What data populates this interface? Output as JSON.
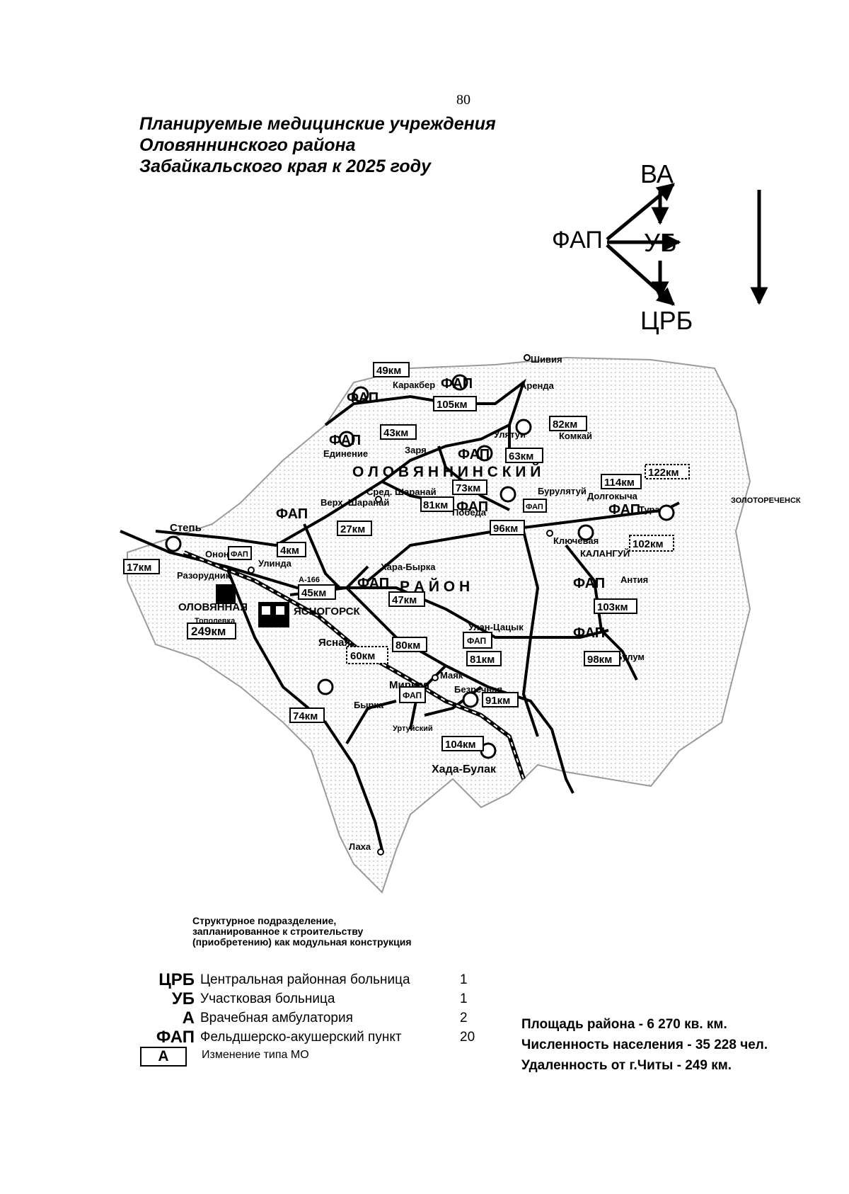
{
  "page_number": "80",
  "title": {
    "line1": "Планируемые медицинские учреждения",
    "line2": "Оловяннинского района",
    "line3": "Забайкальского края к 2025 году"
  },
  "scheme": {
    "fap": "ФАП",
    "va": "ВА",
    "ub": "УБ",
    "crb": "ЦРБ"
  },
  "map": {
    "district_name_1": "О Л О В Я Н Н И Н С К И Й",
    "district_name_2": "Р А Й О Н",
    "settlements": [
      {
        "id": "shivia",
        "name": "Шивия"
      },
      {
        "id": "arenda",
        "name": "Аренда"
      },
      {
        "id": "karakser",
        "name": "Каракбер"
      },
      {
        "id": "ulyatuy",
        "name": "Улятуй"
      },
      {
        "id": "komkay",
        "name": "Комкай"
      },
      {
        "id": "edinenie",
        "name": "Единение"
      },
      {
        "id": "zarya",
        "name": "Заря"
      },
      {
        "id": "burulyatuy",
        "name": "Бурулятуй"
      },
      {
        "id": "dolgokycha",
        "name": "Долгокыча"
      },
      {
        "id": "tura",
        "name": "Тура"
      },
      {
        "id": "zolotorechensk",
        "name": "ЗОЛОТОРЕЧЕНСК"
      },
      {
        "id": "sred-sharanay",
        "name": "Сред. Шаранай"
      },
      {
        "id": "verh-sharanay",
        "name": "Верх. Шаранай"
      },
      {
        "id": "pobeda",
        "name": "Победа"
      },
      {
        "id": "klyuchevaya",
        "name": "Ключевая"
      },
      {
        "id": "kalangui",
        "name": "КАЛАНГУЙ"
      },
      {
        "id": "step",
        "name": "Степь"
      },
      {
        "id": "onon",
        "name": "Ононск"
      },
      {
        "id": "ulinda",
        "name": "Улинда"
      },
      {
        "id": "khara-byrka",
        "name": "Хара-Быркa"
      },
      {
        "id": "antiya",
        "name": "Антия"
      },
      {
        "id": "razorudnik",
        "name": "Разорудник"
      },
      {
        "id": "olovyannaya",
        "name": "ОЛОВЯННАЯ"
      },
      {
        "id": "yasnogorsk",
        "name": "ЯСНОГОРСК"
      },
      {
        "id": "topolevka",
        "name": "Тополевка"
      },
      {
        "id": "ulan-tsatsyk",
        "name": "Улан-Цацык"
      },
      {
        "id": "bulum",
        "name": "Булум"
      },
      {
        "id": "yasnaya",
        "name": "Ясная"
      },
      {
        "id": "mayak",
        "name": "Маяк"
      },
      {
        "id": "mirnaya",
        "name": "Мирная"
      },
      {
        "id": "bezrechnaya",
        "name": "Безречная"
      },
      {
        "id": "byrka",
        "name": "Быркa"
      },
      {
        "id": "urtuysky",
        "name": "Уртуйский"
      },
      {
        "id": "khada-bulak",
        "name": "Хада-Булак"
      },
      {
        "id": "lakha",
        "name": "Лаха"
      }
    ],
    "distances": [
      {
        "id": "d49",
        "label": "49км"
      },
      {
        "id": "d105",
        "label": "105км"
      },
      {
        "id": "d82",
        "label": "82км"
      },
      {
        "id": "d43",
        "label": "43км"
      },
      {
        "id": "d63",
        "label": "63км"
      },
      {
        "id": "d73",
        "label": "73км"
      },
      {
        "id": "d114",
        "label": "114км"
      },
      {
        "id": "d122",
        "label": "122км"
      },
      {
        "id": "d81a",
        "label": "81км"
      },
      {
        "id": "d96",
        "label": "96км"
      },
      {
        "id": "d27",
        "label": "27км"
      },
      {
        "id": "d102",
        "label": "102км"
      },
      {
        "id": "d4",
        "label": "4км"
      },
      {
        "id": "d17",
        "label": "17км"
      },
      {
        "id": "d45",
        "label": "45км"
      },
      {
        "id": "d47",
        "label": "47км"
      },
      {
        "id": "d103",
        "label": "103км"
      },
      {
        "id": "d249",
        "label": "249км"
      },
      {
        "id": "d80",
        "label": "80км"
      },
      {
        "id": "d81b",
        "label": "81км"
      },
      {
        "id": "d60",
        "label": "60км"
      },
      {
        "id": "d98",
        "label": "98км"
      },
      {
        "id": "d74",
        "label": "74км"
      },
      {
        "id": "d91",
        "label": "91км"
      },
      {
        "id": "d104",
        "label": "104км"
      }
    ],
    "markers": {
      "fap": "ФАП",
      "amb": "А",
      "road_label": "А-166"
    }
  },
  "note": {
    "line1": "Структурное подразделение,",
    "line2": "запланированное к строительству",
    "line3": "(приобретению) как модульная конструкция"
  },
  "legend": [
    {
      "symbol": "ЦРБ",
      "text": "Центральная районная больница",
      "count": "1"
    },
    {
      "symbol": "УБ",
      "text": "Участковая больница",
      "count": "1"
    },
    {
      "symbol": "А",
      "text": "Врачебная амбулатория",
      "count": "2"
    },
    {
      "symbol": "ФАП",
      "text": "Фельдшерско-акушерский пункт",
      "count": "20"
    }
  ],
  "legend_change": {
    "symbol": "А",
    "text": "Изменение типа МО"
  },
  "stats": {
    "area": "Площадь района - 6 270 кв. км.",
    "population": "Численность населения - 35 228 чел.",
    "distance": "Удаленность от г.Читы - 249 км."
  }
}
